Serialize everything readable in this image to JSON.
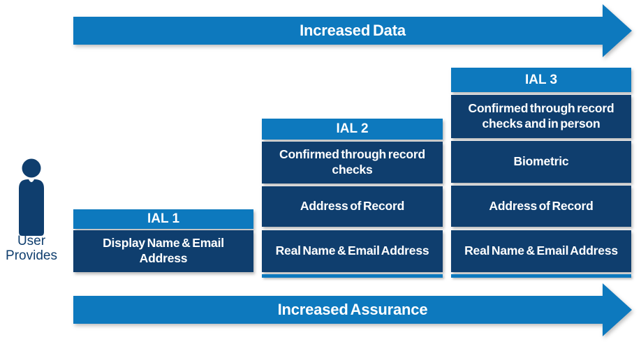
{
  "arrows": {
    "top_label": "Increased Data",
    "bottom_label": "Increased Assurance"
  },
  "user_label": "User Provides",
  "columns": [
    {
      "header": "IAL 1",
      "boxes": [
        "Display Name & Email Address"
      ]
    },
    {
      "header": "IAL 2",
      "boxes": [
        "Confirmed through record checks",
        "Address of Record",
        "Real Name & Email Address"
      ]
    },
    {
      "header": "IAL 3",
      "boxes": [
        "Confirmed through record checks and in person",
        "Biometric",
        "Address of Record",
        "Real Name & Email Address"
      ]
    }
  ],
  "icons": {
    "user_icon": "person-silhouette",
    "top_arrow_icon": "right-arrow",
    "bottom_arrow_icon": "right-arrow"
  },
  "colors": {
    "arrow_blue": "#0d79be",
    "header_blue": "#0d79be",
    "box_navy": "#0f3e6e",
    "text_white": "#ffffff"
  }
}
